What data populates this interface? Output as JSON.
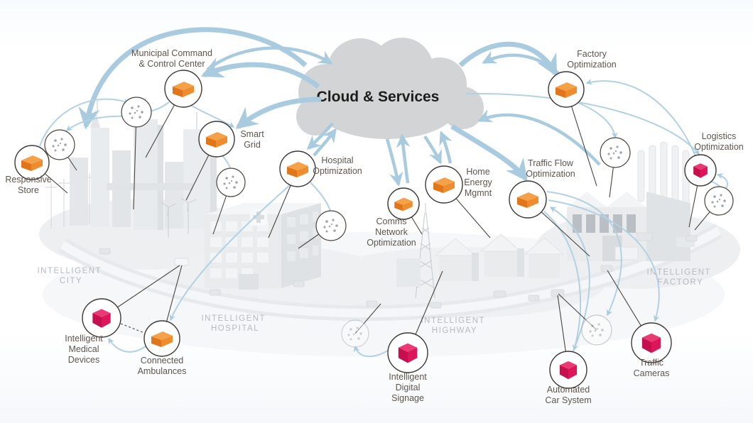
{
  "diagram": {
    "title": "Cloud & Services IoT ecosystem diagram",
    "cloud": {
      "label": "Cloud & Services"
    },
    "zones": [
      {
        "id": "intelligent-city",
        "lines": [
          "INTELLIGENT",
          "CITY"
        ]
      },
      {
        "id": "intelligent-hospital",
        "lines": [
          "INTELLIGENT",
          "HOSPITAL"
        ]
      },
      {
        "id": "intelligent-highway",
        "lines": [
          "INTELLIGENT",
          "HIGHWAY"
        ]
      },
      {
        "id": "intelligent-factory",
        "lines": [
          "INTELLIGENT",
          "FACTORY"
        ]
      }
    ],
    "nodes": [
      {
        "id": "responsive-store",
        "icon": "orange-box",
        "lines": [
          "Responsive",
          "Store"
        ]
      },
      {
        "id": "municipal-command-center",
        "icon": "orange-box",
        "lines": [
          "Municipal Command",
          "& Control Center"
        ]
      },
      {
        "id": "smart-grid",
        "icon": "orange-box",
        "lines": [
          "Smart",
          "Grid"
        ]
      },
      {
        "id": "hospital-optimization",
        "icon": "orange-box",
        "lines": [
          "Hospital",
          "Optimization"
        ]
      },
      {
        "id": "comms-network-optimization",
        "icon": "orange-box",
        "lines": [
          "Comms",
          "Network",
          "Optimization"
        ]
      },
      {
        "id": "home-energy-mgmnt",
        "icon": "orange-box",
        "lines": [
          "Home",
          "Energy",
          "Mgmnt"
        ]
      },
      {
        "id": "traffic-flow-optimization",
        "icon": "orange-box",
        "lines": [
          "Traffic Flow",
          "Optimization"
        ]
      },
      {
        "id": "factory-optimization",
        "icon": "orange-box",
        "lines": [
          "Factory",
          "Optimization"
        ]
      },
      {
        "id": "logistics-optimization",
        "icon": "pink-cube",
        "lines": [
          "Logistics",
          "Optimization"
        ]
      },
      {
        "id": "intelligent-medical-devices",
        "icon": "pink-cube",
        "lines": [
          "Intelligent",
          "Medical",
          "Devices"
        ]
      },
      {
        "id": "connected-ambulances",
        "icon": "orange-box",
        "lines": [
          "Connected",
          "Ambulances"
        ]
      },
      {
        "id": "intelligent-digital-signage",
        "icon": "pink-cube",
        "lines": [
          "Intelligent",
          "Digital",
          "Signage"
        ]
      },
      {
        "id": "automated-car-system",
        "icon": "pink-cube",
        "lines": [
          "Automated",
          "Car System"
        ]
      },
      {
        "id": "traffic-cameras",
        "icon": "pink-cube",
        "lines": [
          "Traffic",
          "Cameras"
        ]
      }
    ],
    "icon_legend": {
      "orange-box": "gateway-device-icon",
      "pink-cube": "edge-device-icon",
      "sensor-dots": "sensor-cluster-icon"
    },
    "colors": {
      "arrow_blue": "#A9CBDF",
      "arrow_blue_thin": "#B2D1E3",
      "cloud_gray": "#D2D4D6",
      "cloud_text": "#1D1D1B",
      "label_text": "#5E564E",
      "zone_text": "#B6BBC0",
      "orange_top": "#F5A149",
      "orange_front": "#E1751A",
      "orange_side": "#EE8C2E",
      "pink_top": "#E93A74",
      "pink_front": "#C60F4E",
      "pink_side": "#DD1559",
      "circle_stroke": "#3E3935"
    }
  }
}
